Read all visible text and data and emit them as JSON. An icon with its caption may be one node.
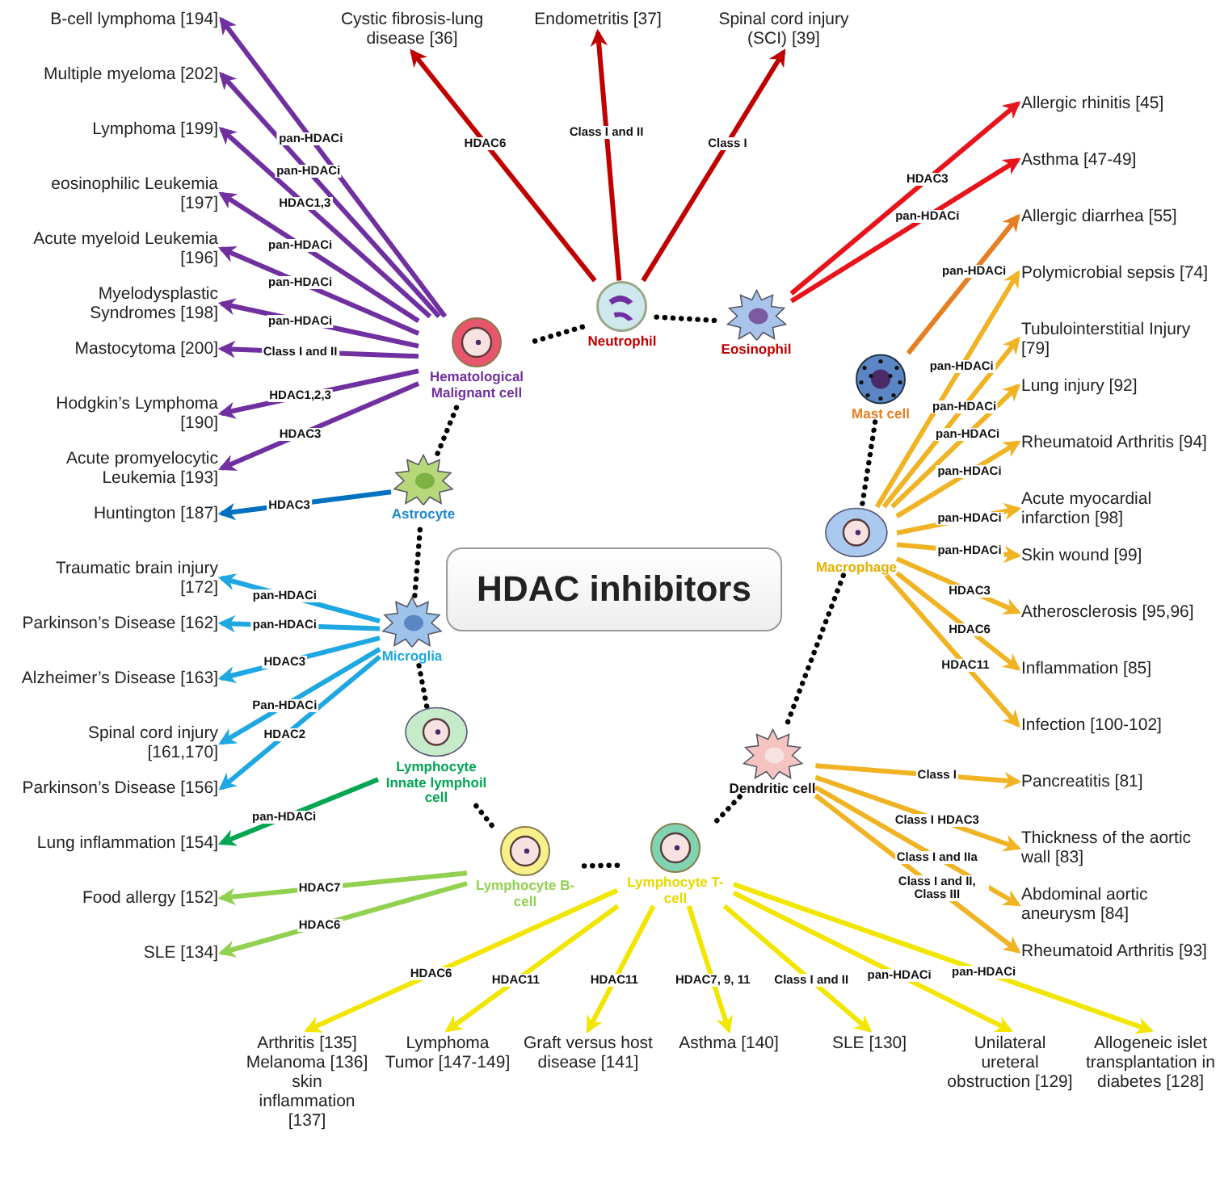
{
  "diagram": {
    "nodes": [
      {
        "text": [
          "HDAC inhibitors"
        ]
      },
      {
        "text": [
          "Hematological Malignant cell"
        ]
      },
      {
        "text": [
          "Neutrophil"
        ]
      },
      {
        "text": [
          "Eosinophil"
        ]
      },
      {
        "text": [
          "Mast cell"
        ]
      },
      {
        "text": [
          "Macrophage"
        ]
      },
      {
        "text": [
          "Dendritic cell"
        ]
      },
      {
        "text": [
          "Lymphocyte T-cell"
        ]
      },
      {
        "text": [
          "Lymphocyte B-cell"
        ]
      },
      {
        "text": [
          "Lymphocyte Innate lymphoil cell"
        ]
      },
      {
        "text": [
          "Microglia"
        ]
      },
      {
        "text": [
          "Astrocyte"
        ]
      },
      {
        "text": [
          "Acute promyelocytic Leukemia [193]"
        ]
      },
      {
        "text": [
          "Hodgkin’s Lymphoma [190]"
        ]
      },
      {
        "text": [
          "Mastocytoma [200]"
        ]
      },
      {
        "text": [
          "Myelodysplastic Syndromes [198]"
        ]
      },
      {
        "text": [
          "Acute myeloid Leukemia [196]"
        ]
      },
      {
        "text": [
          "eosinophilic Leukemia [197]"
        ]
      },
      {
        "text": [
          "Lymphoma [199]"
        ]
      },
      {
        "text": [
          "Multiple myeloma [202]"
        ]
      },
      {
        "text": [
          "B-cell lymphoma [194]"
        ]
      },
      {
        "text": [
          "Cystic fibrosis-lung disease [36]"
        ]
      },
      {
        "text": [
          "Endometritis [37]"
        ]
      },
      {
        "text": [
          "Spinal cord injury (SCI) [39]"
        ]
      },
      {
        "text": [
          "Allergic rhinitis [45]"
        ]
      },
      {
        "text": [
          "Asthma [47-49]"
        ]
      },
      {
        "text": [
          "Allergic diarrhea [55]"
        ]
      },
      {
        "text": [
          "Polymicrobial sepsis [74]"
        ]
      },
      {
        "text": [
          "Tubulointerstitial Injury [79]"
        ]
      },
      {
        "text": [
          "Lung injury [92]"
        ]
      },
      {
        "text": [
          "Rheumatoid Arthritis [94]"
        ]
      },
      {
        "text": [
          "Acute myocardial infarction [98]"
        ]
      },
      {
        "text": [
          "Skin wound [99]"
        ]
      },
      {
        "text": [
          "Atherosclerosis [95,96]"
        ]
      },
      {
        "text": [
          "Inflammation [85]"
        ]
      },
      {
        "text": [
          "Infection [100-102]"
        ]
      },
      {
        "text": [
          "Pancreatitis [81]"
        ]
      },
      {
        "text": [
          "Thickness of the aortic wall [83]"
        ]
      },
      {
        "text": [
          "Abdominal aortic aneurysm [84]"
        ]
      },
      {
        "text": [
          "Rheumatoid Arthritis [93]"
        ]
      },
      {
        "text": [
          "Arthritis [135]",
          "Melanoma [136]",
          "skin inflammation [137]"
        ]
      },
      {
        "text": [
          "Lymphoma Tumor [147-149]"
        ]
      },
      {
        "text": [
          "Graft versus host disease [141]"
        ]
      },
      {
        "text": [
          "Asthma [140]"
        ]
      },
      {
        "text": [
          "SLE [130]"
        ]
      },
      {
        "text": [
          "Unilateral ureteral obstruction [129]"
        ]
      },
      {
        "text": [
          "Allogeneic islet transplantation in diabetes [128]"
        ]
      },
      {
        "text": [
          "Food allergy [152]"
        ]
      },
      {
        "text": [
          "SLE [134]"
        ]
      },
      {
        "text": [
          "Lung inflammation [154]"
        ]
      },
      {
        "text": [
          "Traumatic brain injury [172]"
        ]
      },
      {
        "text": [
          "Parkinson’s Disease [162]"
        ]
      },
      {
        "text": [
          "Alzheimer’s Disease [163]"
        ]
      },
      {
        "text": [
          "Spinal cord injury [161,170]"
        ]
      },
      {
        "text": [
          "Parkinson’s Disease [156]"
        ]
      },
      {
        "text": [
          "Huntington [187]"
        ]
      }
    ],
    "edges": [
      {
        "from": 1,
        "to": 12,
        "arrow": "to",
        "label": "HDAC3",
        "color": "#7030a0"
      },
      {
        "from": 1,
        "to": 13,
        "arrow": "to",
        "label": "HDAC1,2,3",
        "color": "#7030a0"
      },
      {
        "from": 1,
        "to": 14,
        "arrow": "to",
        "label": "Class I and II",
        "color": "#7030a0"
      },
      {
        "from": 1,
        "to": 15,
        "arrow": "to",
        "label": "pan-HDACi",
        "color": "#7030a0"
      },
      {
        "from": 1,
        "to": 16,
        "arrow": "to",
        "label": "pan-HDACi",
        "color": "#7030a0"
      },
      {
        "from": 1,
        "to": 17,
        "arrow": "to",
        "label": "pan-HDACi",
        "color": "#7030a0"
      },
      {
        "from": 1,
        "to": 18,
        "arrow": "to",
        "label": "HDAC1,3",
        "color": "#7030a0"
      },
      {
        "from": 1,
        "to": 19,
        "arrow": "to",
        "label": "pan-HDACi",
        "color": "#7030a0"
      },
      {
        "from": 1,
        "to": 20,
        "arrow": "to",
        "label": "pan-HDACi",
        "color": "#7030a0"
      },
      {
        "from": 2,
        "to": 21,
        "arrow": "to",
        "label": "HDAC6",
        "color": "#c00000"
      },
      {
        "from": 2,
        "to": 22,
        "arrow": "to",
        "label": "Class I and II",
        "color": "#c00000"
      },
      {
        "from": 2,
        "to": 23,
        "arrow": "to",
        "label": "Class I",
        "color": "#c00000"
      },
      {
        "from": 3,
        "to": 24,
        "arrow": "to",
        "label": "HDAC3",
        "color": "#e8141c"
      },
      {
        "from": 3,
        "to": 25,
        "arrow": "to",
        "label": "pan-HDACi",
        "color": "#e8141c"
      },
      {
        "from": 4,
        "to": 26,
        "arrow": "to",
        "label": "pan-HDACi",
        "color": "#e67e22"
      },
      {
        "from": 5,
        "to": 27,
        "arrow": "to",
        "label": "pan-HDACi"
      },
      {
        "from": 5,
        "to": 28,
        "arrow": "to",
        "label": "pan-HDACi"
      },
      {
        "from": 5,
        "to": 29,
        "arrow": "to",
        "label": "pan-HDACi"
      },
      {
        "from": 5,
        "to": 30,
        "arrow": "to",
        "label": "pan-HDACi"
      },
      {
        "from": 5,
        "to": 31,
        "arrow": "to",
        "label": "pan-HDACi"
      },
      {
        "from": 5,
        "to": 32,
        "arrow": "to",
        "label": "pan-HDACi"
      },
      {
        "from": 5,
        "to": 33,
        "arrow": "to",
        "label": "HDAC3"
      },
      {
        "from": 5,
        "to": 34,
        "arrow": "to",
        "label": "HDAC6"
      },
      {
        "from": 5,
        "to": 35,
        "arrow": "to",
        "label": "HDAC11"
      },
      {
        "from": 6,
        "to": 36,
        "arrow": "to",
        "label": "Class I"
      },
      {
        "from": 6,
        "to": 37,
        "arrow": "to",
        "label": "Class I HDAC3"
      },
      {
        "from": 6,
        "to": 38,
        "arrow": "to",
        "label": "Class I and IIa"
      },
      {
        "from": 6,
        "to": 39,
        "arrow": "to",
        "label": "Class I and II, Class III"
      },
      {
        "from": 7,
        "to": 40,
        "arrow": "to",
        "label": "HDAC6",
        "color": "#f2e600"
      },
      {
        "from": 7,
        "to": 41,
        "arrow": "to",
        "label": "HDAC11",
        "color": "#f2e600"
      },
      {
        "from": 7,
        "to": 42,
        "arrow": "to",
        "label": "HDAC11",
        "color": "#f2e600"
      },
      {
        "from": 7,
        "to": 43,
        "arrow": "to",
        "label": "HDAC7, 9, 11",
        "color": "#f2e600"
      },
      {
        "from": 7,
        "to": 44,
        "arrow": "to",
        "label": "Class I and II",
        "color": "#f2e600"
      },
      {
        "from": 7,
        "to": 45,
        "arrow": "to",
        "label": "pan-HDACi",
        "color": "#f2e600"
      },
      {
        "from": 7,
        "to": 46,
        "arrow": "to",
        "label": "pan-HDACi",
        "color": "#f2e600"
      },
      {
        "from": 8,
        "to": 47,
        "arrow": "to",
        "label": "HDAC7",
        "color": "#92d050"
      },
      {
        "from": 8,
        "to": 48,
        "arrow": "to",
        "label": "HDAC6",
        "color": "#92d050"
      },
      {
        "from": 9,
        "to": 49,
        "arrow": "to",
        "label": "pan-HDACi",
        "color": "#00a651"
      },
      {
        "from": 10,
        "to": 50,
        "arrow": "to",
        "label": "pan-HDACi",
        "color": "#1ea7e1"
      },
      {
        "from": 10,
        "to": 51,
        "arrow": "to",
        "label": "pan-HDACi",
        "color": "#1ea7e1"
      },
      {
        "from": 10,
        "to": 52,
        "arrow": "to",
        "label": "HDAC3",
        "color": "#1ea7e1"
      },
      {
        "from": 10,
        "to": 53,
        "arrow": "to",
        "label": "Pan-HDACi",
        "color": "#1ea7e1"
      },
      {
        "from": 10,
        "to": 54,
        "arrow": "to",
        "label": "HDAC2",
        "color": "#1ea7e1"
      },
      {
        "from": 11,
        "to": 55,
        "arrow": "to",
        "label": "HDAC3",
        "color": "#0070c0"
      },
      {
        "from": 1,
        "to": 2,
        "arrow": "none",
        "style": "dashed",
        "color": "#000000"
      },
      {
        "from": 2,
        "to": 3,
        "arrow": "none",
        "style": "dashed",
        "color": "#000000"
      },
      {
        "from": 4,
        "to": 5,
        "arrow": "none",
        "style": "dashed",
        "color": "#000000"
      },
      {
        "from": 5,
        "to": 6,
        "arrow": "none",
        "style": "dashed",
        "color": "#000000"
      },
      {
        "from": 6,
        "to": 7,
        "arrow": "none",
        "style": "dashed",
        "color": "#000000"
      },
      {
        "from": 7,
        "to": 8,
        "arrow": "none",
        "style": "dashed",
        "color": "#000000"
      },
      {
        "from": 8,
        "to": 9,
        "arrow": "none",
        "style": "dashed",
        "color": "#000000"
      },
      {
        "from": 9,
        "to": 10,
        "arrow": "none",
        "style": "dashed",
        "color": "#000000"
      },
      {
        "from": 10,
        "to": 11,
        "arrow": "none",
        "style": "dashed",
        "color": "#000000"
      },
      {
        "from": 11,
        "to": 1,
        "arrow": "none",
        "style": "dashed",
        "color": "#000000"
      }
    ]
  }
}
